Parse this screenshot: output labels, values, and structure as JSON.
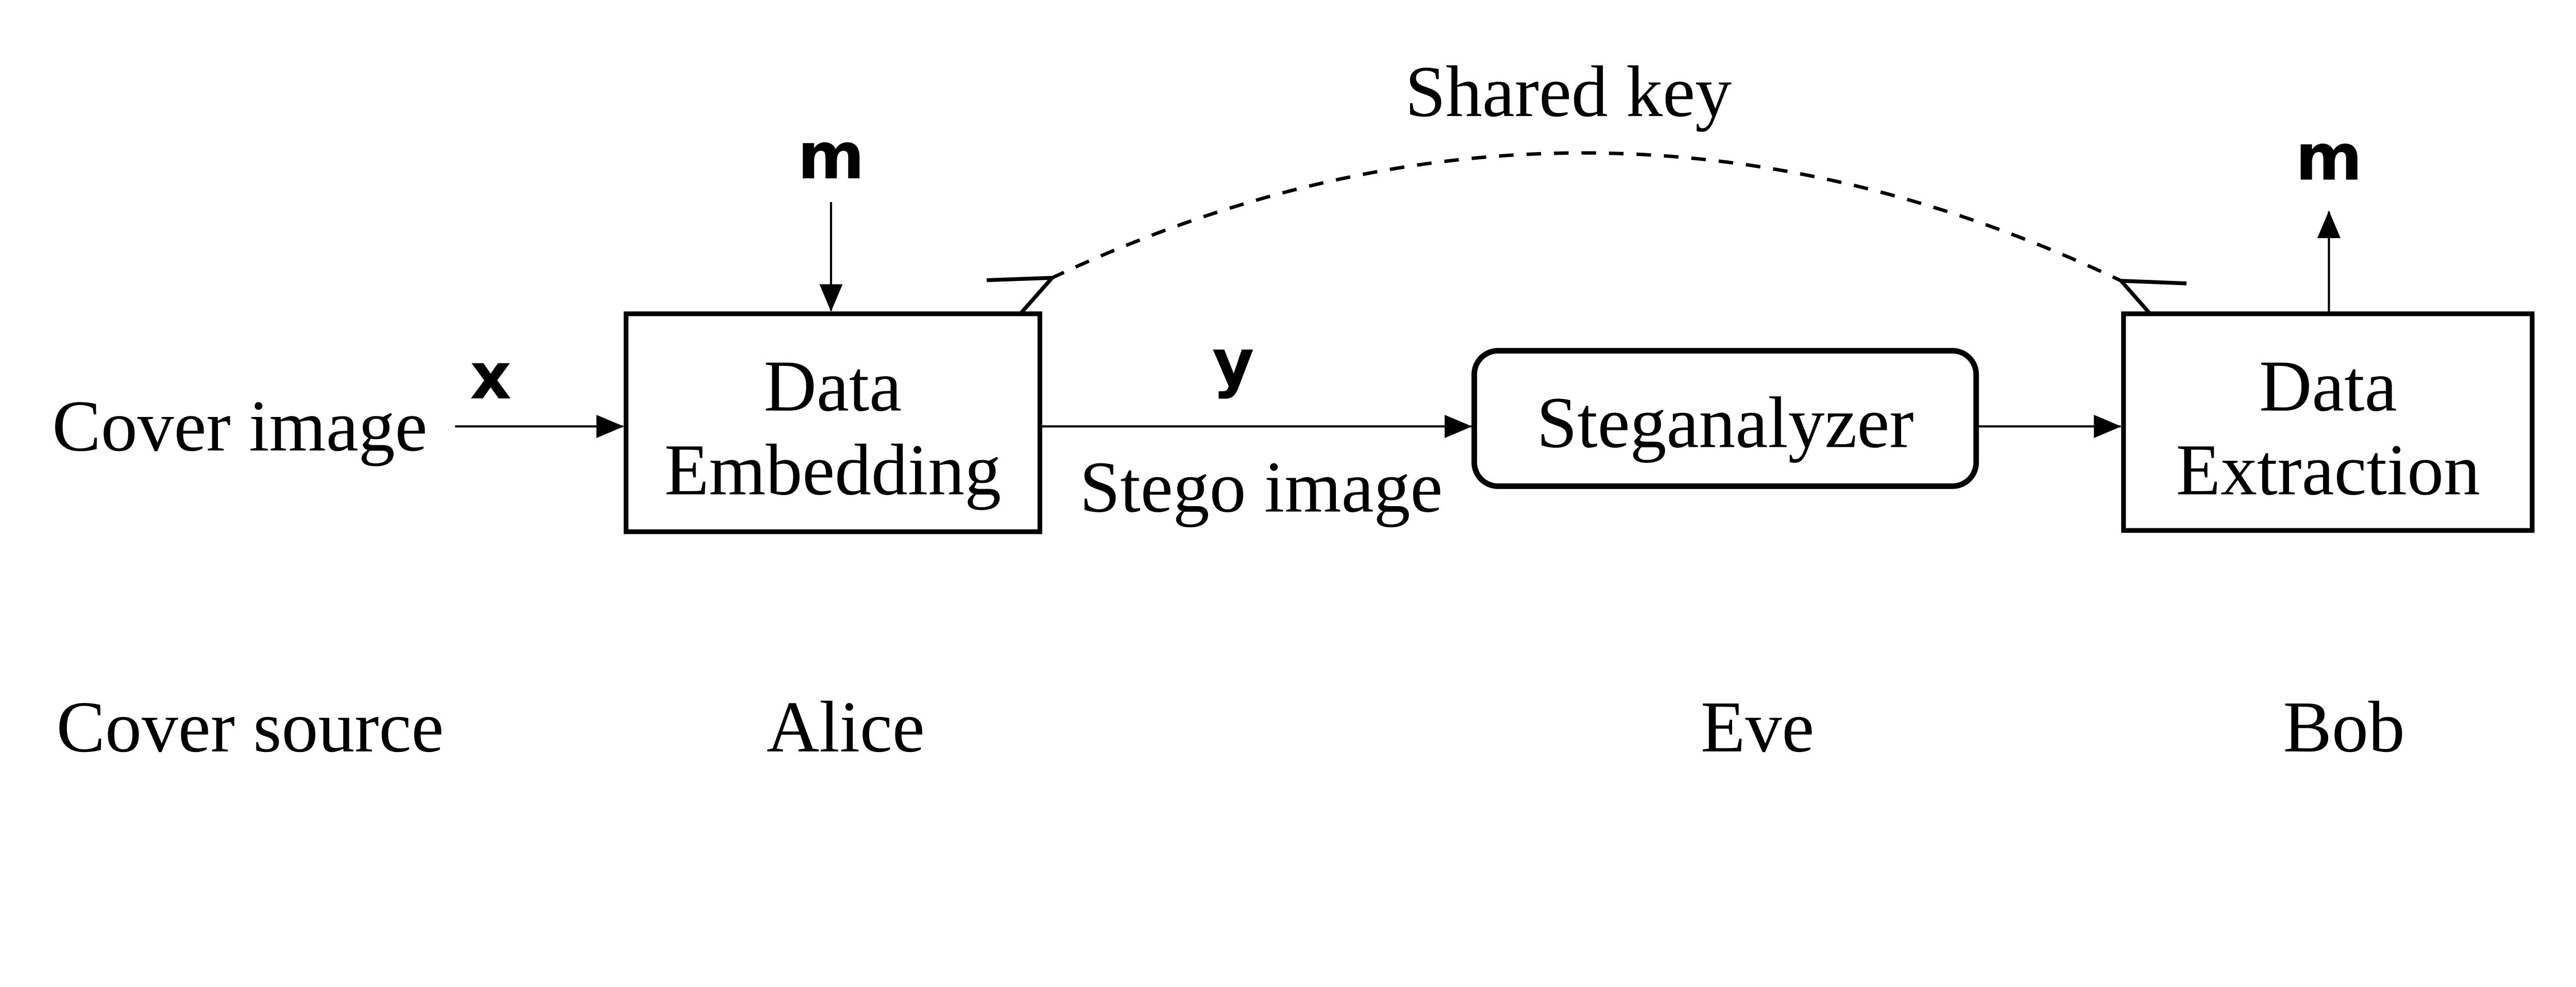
{
  "colors": {
    "ink": "#000000",
    "background": "#ffffff"
  },
  "labels": {
    "shared_key": "Shared key",
    "cover_image": "Cover image",
    "stego_image": "Stego image",
    "cover_source": "Cover source",
    "alice": "Alice",
    "eve": "Eve",
    "bob": "Bob"
  },
  "signals": {
    "cover": "x",
    "stego": "y",
    "message_in": "m",
    "message_out": "m"
  },
  "nodes": {
    "data_embedding": {
      "line1": "Data",
      "line2": "Embedding"
    },
    "steganalyzer": {
      "label": "Steganalyzer"
    },
    "data_extraction": {
      "line1": "Data",
      "line2": "Extraction"
    }
  }
}
